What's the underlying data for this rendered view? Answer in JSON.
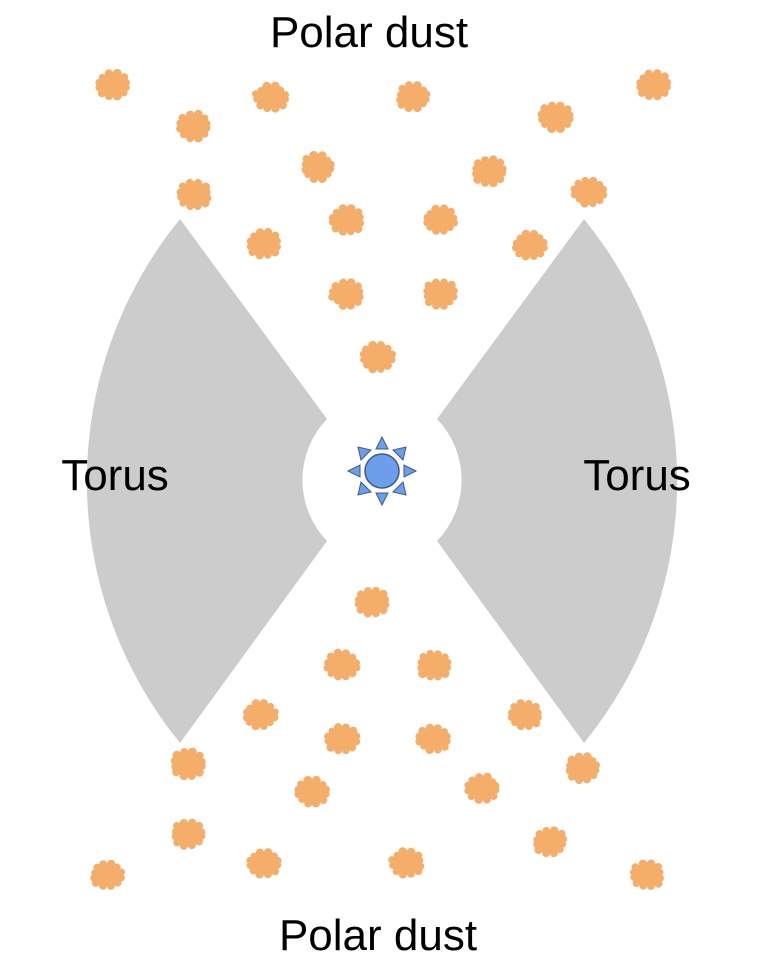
{
  "labels": {
    "top": "Polar dust",
    "bottom": "Polar dust",
    "torus_left": "Torus",
    "torus_right": "Torus"
  },
  "colors": {
    "background": "#ffffff",
    "torus": "#cccccc",
    "dust": "#f5ad6a",
    "source_fill": "#6d9eeb",
    "source_stroke": "#3c5a8a",
    "text": "#000000"
  }
}
